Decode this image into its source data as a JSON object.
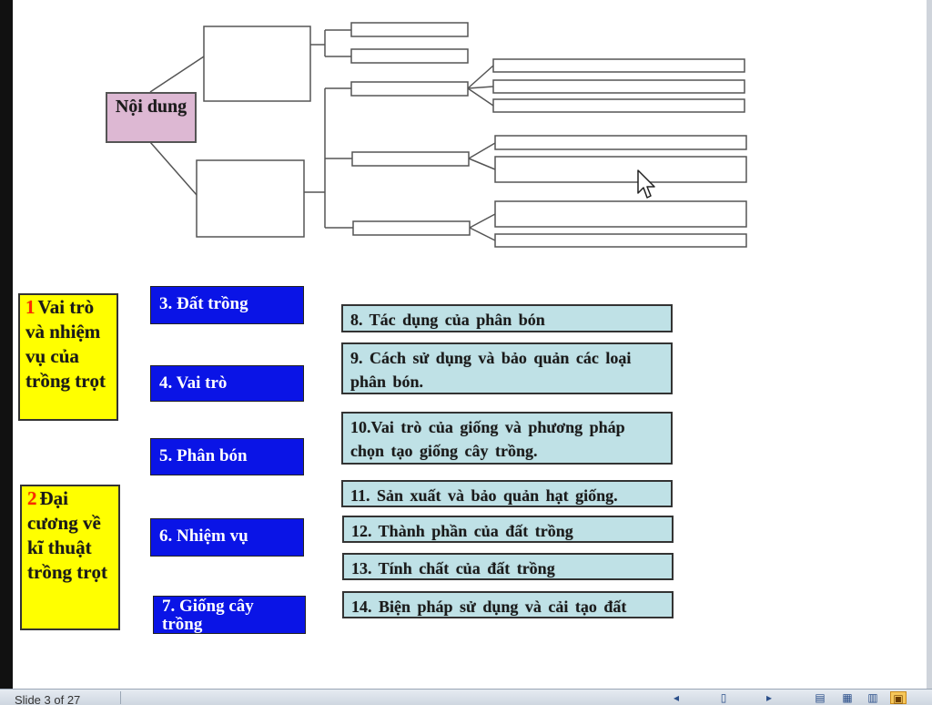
{
  "mindmap": {
    "root": "Nội dung"
  },
  "sections": [
    {
      "number": "1",
      "text": "Vai trò và nhiệm vụ của trồng trọt"
    },
    {
      "number": "2",
      "text": "Đại cương về kĩ thuật trồng trọt"
    }
  ],
  "blue_items": [
    "3. Đất trồng",
    "4. Vai trò",
    "5. Phân bón",
    "6. Nhiệm vụ",
    "7. Giống cây trồng"
  ],
  "cyan_items": [
    "8. Tác dụng của phân bón",
    "9. Cách sử dụng và bảo quản các loại phân bón.",
    "10.Vai trò của giống và phương pháp chọn tạo giống cây trồng.",
    "11. Sản xuất và bảo quản hạt giống.",
    "12. Thành phần của đất trồng",
    "13. Tính chất của đất trồng",
    "14. Biện pháp sử dụng và cải tạo đất"
  ],
  "statusbar": {
    "slide_counter": "Slide 3 of 27"
  },
  "colors": {
    "section_box": "#ffff00",
    "section_number": "#ff2a00",
    "blue_box": "#0a14e6",
    "cyan_box": "#bfe1e6",
    "root_box": "#ddb8d3"
  },
  "icons": {
    "cursor": "arrow-cursor-icon",
    "statusbar_buttons": [
      "prev-slide-icon",
      "slide-icon",
      "next-slide-icon",
      "normal-view-icon",
      "slide-sorter-icon",
      "reading-view-icon",
      "slide-show-icon"
    ]
  }
}
